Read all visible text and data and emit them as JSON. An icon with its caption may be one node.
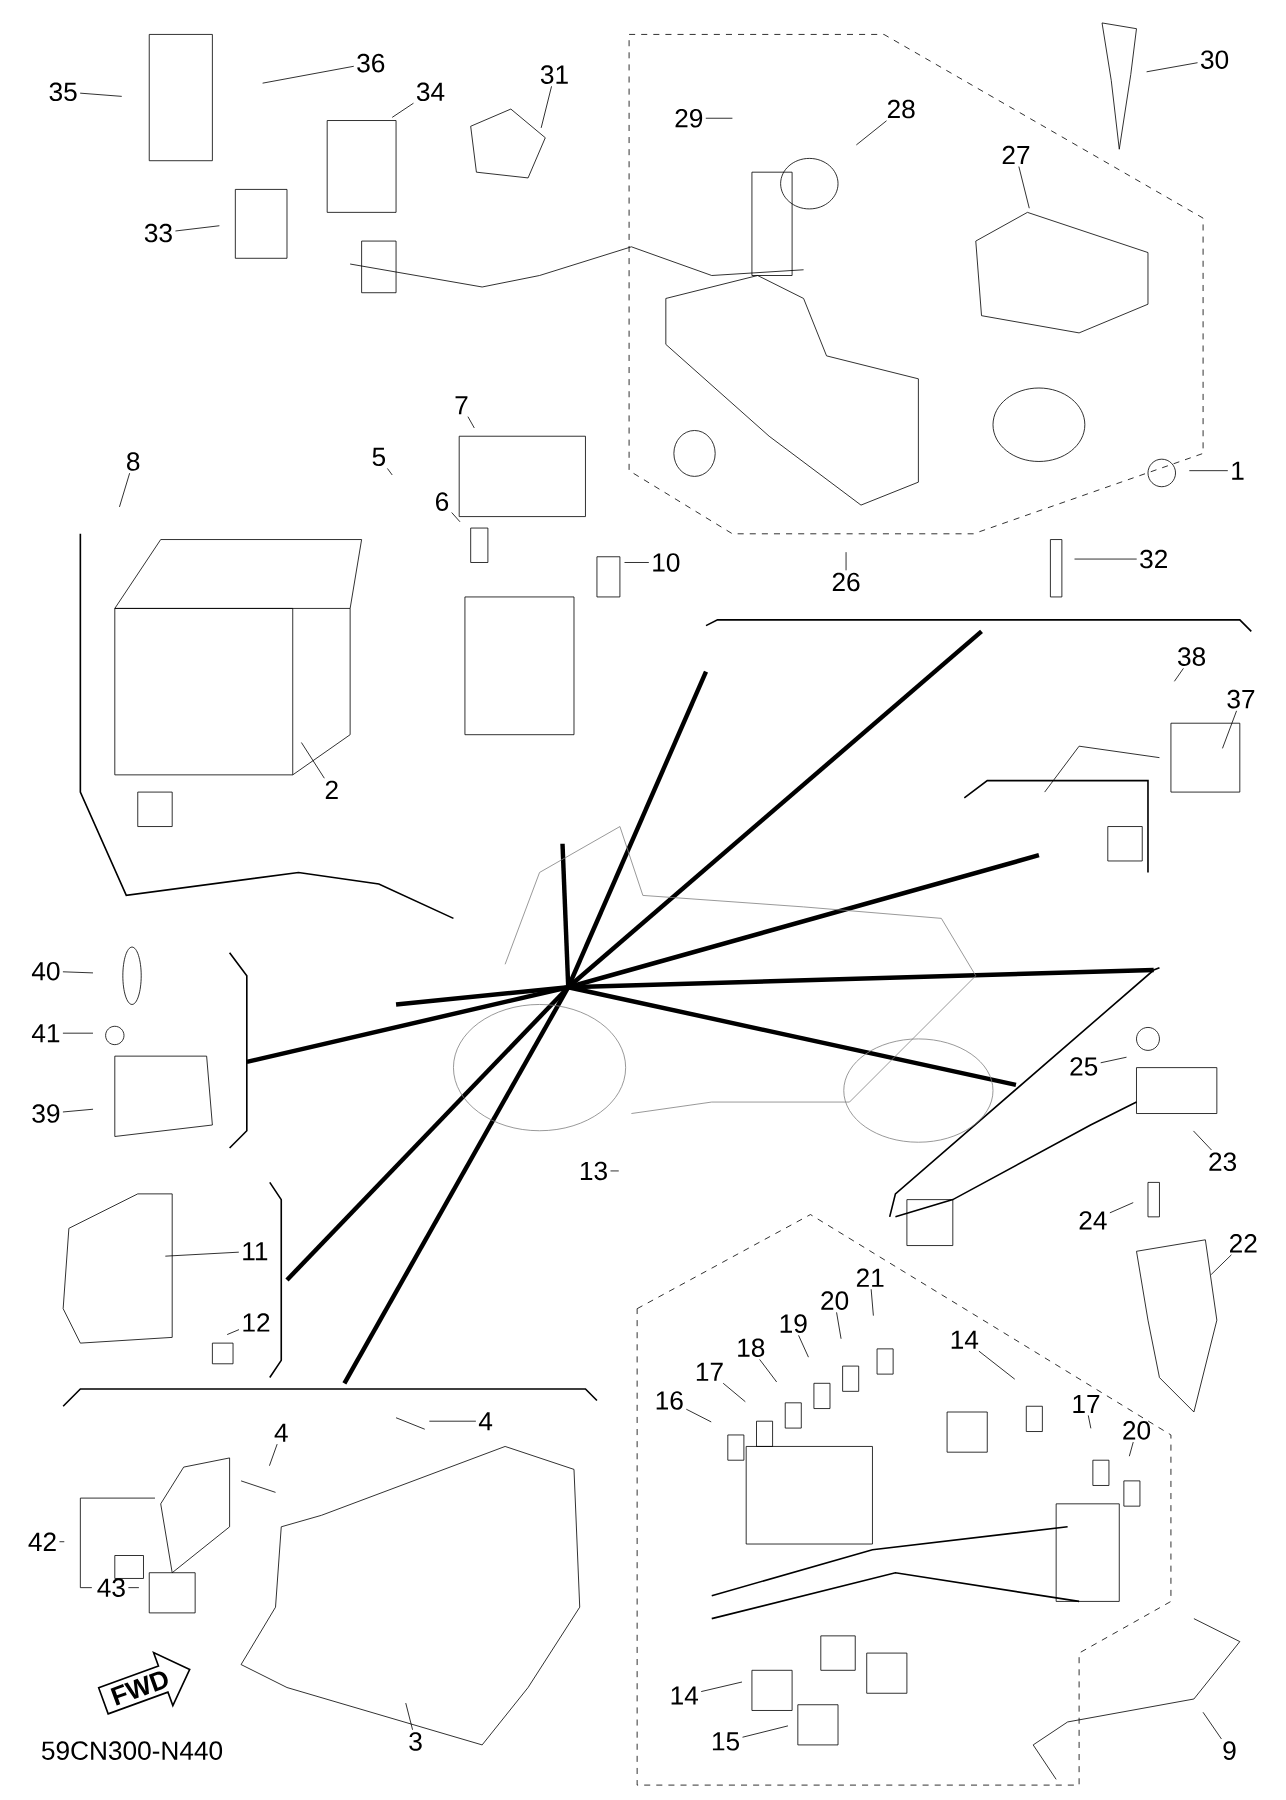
{
  "diagram": {
    "nodes": [
      {
        "text": [
          "35"
        ]
      },
      {
        "text": [
          "36"
        ]
      },
      {
        "text": [
          "34"
        ]
      },
      {
        "text": [
          "31"
        ]
      },
      {
        "text": [
          "33"
        ]
      },
      {
        "text": [
          "29"
        ]
      },
      {
        "text": [
          "28"
        ]
      },
      {
        "text": [
          "27"
        ]
      },
      {
        "text": [
          "30"
        ]
      },
      {
        "text": [
          "1"
        ]
      },
      {
        "text": [
          "32"
        ]
      },
      {
        "text": [
          "26"
        ]
      },
      {
        "text": [
          "7"
        ]
      },
      {
        "text": [
          "8"
        ]
      },
      {
        "text": [
          "5"
        ]
      },
      {
        "text": [
          "6"
        ]
      },
      {
        "text": [
          "10"
        ]
      },
      {
        "text": [
          "2"
        ]
      },
      {
        "text": [
          "38"
        ]
      },
      {
        "text": [
          "37"
        ]
      },
      {
        "text": [
          "40"
        ]
      },
      {
        "text": [
          "41"
        ]
      },
      {
        "text": [
          "39"
        ]
      },
      {
        "text": [
          "11"
        ]
      },
      {
        "text": [
          "12"
        ]
      },
      {
        "text": [
          "25"
        ]
      },
      {
        "text": [
          "23"
        ]
      },
      {
        "text": [
          "24"
        ]
      },
      {
        "text": [
          "13"
        ]
      },
      {
        "text": [
          "22"
        ]
      },
      {
        "text": [
          "21"
        ]
      },
      {
        "text": [
          "20"
        ]
      },
      {
        "text": [
          "19"
        ]
      },
      {
        "text": [
          "18"
        ]
      },
      {
        "text": [
          "17"
        ]
      },
      {
        "text": [
          "16"
        ]
      },
      {
        "text": [
          "14"
        ]
      },
      {
        "text": [
          "17"
        ]
      },
      {
        "text": [
          "20"
        ]
      },
      {
        "text": [
          "4"
        ]
      },
      {
        "text": [
          "4"
        ]
      },
      {
        "text": [
          "42"
        ]
      },
      {
        "text": [
          "43"
        ]
      },
      {
        "text": [
          "3"
        ]
      },
      {
        "text": [
          "14"
        ]
      },
      {
        "text": [
          "15"
        ]
      },
      {
        "text": [
          "9"
        ]
      }
    ],
    "edges": [
      {
        "from": 0,
        "to": null,
        "arrow": "none"
      },
      {
        "from": 1,
        "to": null,
        "arrow": "none"
      },
      {
        "from": 2,
        "to": null,
        "arrow": "none"
      },
      {
        "from": 3,
        "to": null,
        "arrow": "none"
      },
      {
        "from": 4,
        "to": null,
        "arrow": "none"
      },
      {
        "from": 5,
        "to": null,
        "arrow": "none"
      },
      {
        "from": 6,
        "to": null,
        "arrow": "none"
      },
      {
        "from": 7,
        "to": null,
        "arrow": "none"
      },
      {
        "from": 8,
        "to": null,
        "arrow": "none"
      },
      {
        "from": 9,
        "to": null,
        "arrow": "none"
      },
      {
        "from": 10,
        "to": null,
        "arrow": "none"
      },
      {
        "from": 11,
        "to": null,
        "arrow": "none"
      },
      {
        "from": 12,
        "to": null,
        "arrow": "none"
      },
      {
        "from": 13,
        "to": null,
        "arrow": "none"
      },
      {
        "from": 14,
        "to": null,
        "arrow": "none"
      },
      {
        "from": 15,
        "to": null,
        "arrow": "none"
      },
      {
        "from": 16,
        "to": null,
        "arrow": "none"
      },
      {
        "from": 17,
        "to": null,
        "arrow": "none"
      },
      {
        "from": 18,
        "to": null,
        "arrow": "none"
      },
      {
        "from": 19,
        "to": null,
        "arrow": "none"
      },
      {
        "from": 20,
        "to": null,
        "arrow": "none"
      },
      {
        "from": 21,
        "to": null,
        "arrow": "none"
      },
      {
        "from": 22,
        "to": null,
        "arrow": "none"
      },
      {
        "from": 23,
        "to": null,
        "arrow": "none"
      },
      {
        "from": 24,
        "to": null,
        "arrow": "none"
      },
      {
        "from": 25,
        "to": null,
        "arrow": "none"
      },
      {
        "from": 26,
        "to": null,
        "arrow": "none"
      },
      {
        "from": 27,
        "to": null,
        "arrow": "none"
      },
      {
        "from": 28,
        "to": null,
        "arrow": "none"
      },
      {
        "from": 29,
        "to": null,
        "arrow": "none"
      },
      {
        "from": 30,
        "to": null,
        "arrow": "none"
      },
      {
        "from": 31,
        "to": null,
        "arrow": "none"
      },
      {
        "from": 32,
        "to": null,
        "arrow": "none"
      },
      {
        "from": 33,
        "to": null,
        "arrow": "none"
      },
      {
        "from": 34,
        "to": null,
        "arrow": "none"
      },
      {
        "from": 35,
        "to": null,
        "arrow": "none"
      },
      {
        "from": 36,
        "to": null,
        "arrow": "none"
      },
      {
        "from": 37,
        "to": null,
        "arrow": "none"
      },
      {
        "from": 38,
        "to": null,
        "arrow": "none"
      },
      {
        "from": 39,
        "to": null,
        "arrow": "none"
      },
      {
        "from": 40,
        "to": null,
        "arrow": "none"
      },
      {
        "from": 41,
        "to": null,
        "arrow": "none"
      },
      {
        "from": 42,
        "to": null,
        "arrow": "none"
      },
      {
        "from": 43,
        "to": null,
        "arrow": "none"
      },
      {
        "from": 44,
        "to": null,
        "arrow": "none"
      },
      {
        "from": 45,
        "to": null,
        "arrow": "none"
      },
      {
        "from": 46,
        "to": null,
        "arrow": "none"
      }
    ],
    "labels": [
      "FWD",
      "59CN300-N440"
    ]
  }
}
